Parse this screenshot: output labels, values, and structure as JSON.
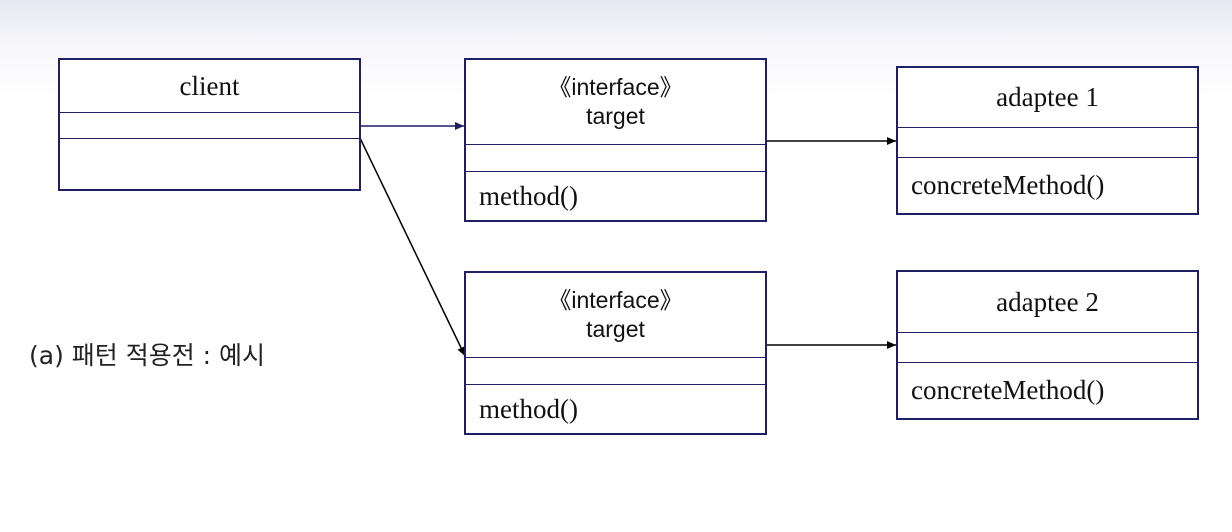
{
  "client": {
    "name": "client"
  },
  "targets": [
    {
      "stereotype": "《interface》",
      "name": "target",
      "operation": "method()"
    },
    {
      "stereotype": "《interface》",
      "name": "target",
      "operation": "method()"
    }
  ],
  "adaptees": [
    {
      "name": "adaptee 1",
      "operation": "concreteMethod()"
    },
    {
      "name": "adaptee 2",
      "operation": "concreteMethod()"
    }
  ],
  "caption": "(a) 패턴 적용전 : 예시",
  "colors": {
    "box_border": "#1f1f66",
    "association_line": "#000000",
    "dependency_line": "#1f1f66"
  }
}
